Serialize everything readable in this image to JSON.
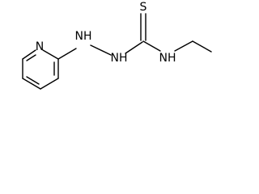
{
  "molecule": {
    "atoms": {
      "ring_n": "N",
      "hydrazine_nh_left": "NH",
      "hydrazine_nh_right": "NH",
      "thioamide_nh": "NH",
      "sulfur": "S"
    }
  }
}
